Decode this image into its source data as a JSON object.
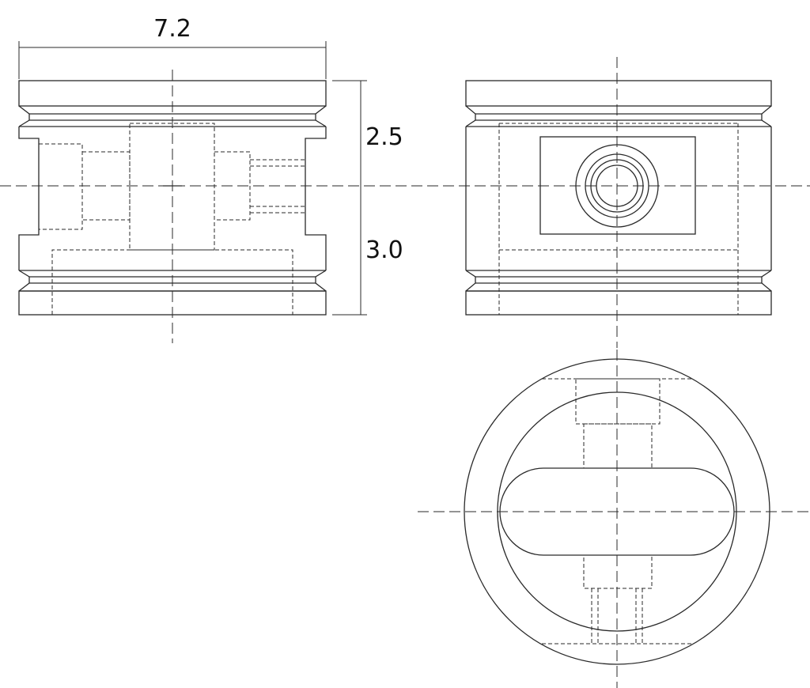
{
  "dimensions": {
    "width": "7.2",
    "upper_height": "2.5",
    "lower_height": "3.0"
  }
}
